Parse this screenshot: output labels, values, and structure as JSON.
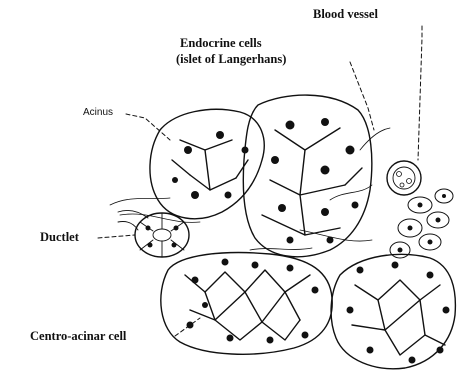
{
  "labels": {
    "blood_vessel": "Blood vessel",
    "endocrine_line1": "Endocrine cells",
    "endocrine_line2": "(islet of Langerhans)",
    "acinus": "Acinus",
    "ductlet": "Ductlet",
    "centro_acinar": "Centro-acinar cell"
  },
  "colors": {
    "ink": "#111111",
    "background": "#ffffff"
  }
}
